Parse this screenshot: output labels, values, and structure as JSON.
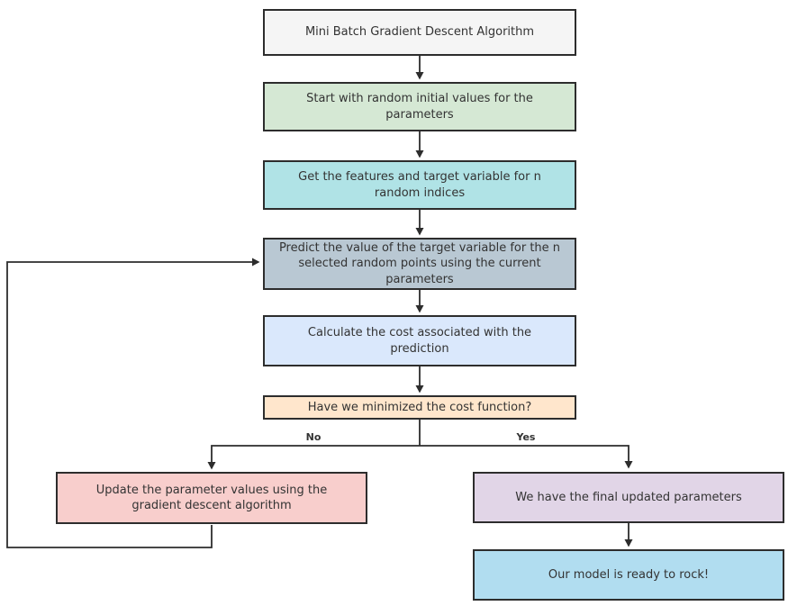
{
  "diagram": {
    "title": "Mini Batch Gradient Descent Algorithm flowchart",
    "nodes": [
      {
        "id": "title",
        "label": "Mini Batch Gradient Descent Algorithm",
        "fill": "#f5f5f5"
      },
      {
        "id": "init-params",
        "label": "Start with random initial values for the parameters",
        "fill": "#d5e8d4"
      },
      {
        "id": "get-features",
        "label": "Get the features and target variable for n random indices",
        "fill": "#b0e3e6"
      },
      {
        "id": "predict",
        "label": "Predict the value of the target variable for the n selected random points using the current parameters",
        "fill": "#b9c8d3"
      },
      {
        "id": "calc-cost",
        "label": "Calculate the cost associated with the prediction",
        "fill": "#dae8fc"
      },
      {
        "id": "decision",
        "label": "Have we minimized the cost function?",
        "fill": "#ffe6cc"
      },
      {
        "id": "update-params",
        "label": "Update the parameter values using the gradient descent algorithm",
        "fill": "#f8cecc"
      },
      {
        "id": "final-params",
        "label": "We have the final updated parameters",
        "fill": "#e1d5e7"
      },
      {
        "id": "model-ready",
        "label": "Our model is ready to rock!",
        "fill": "#b1ddf0"
      }
    ],
    "edges": {
      "no_label": "No",
      "yes_label": "Yes"
    },
    "colors": {
      "border": "#2d2d2d",
      "connector": "#2d2d2d",
      "text": "#333333",
      "background": "#ffffff"
    }
  }
}
